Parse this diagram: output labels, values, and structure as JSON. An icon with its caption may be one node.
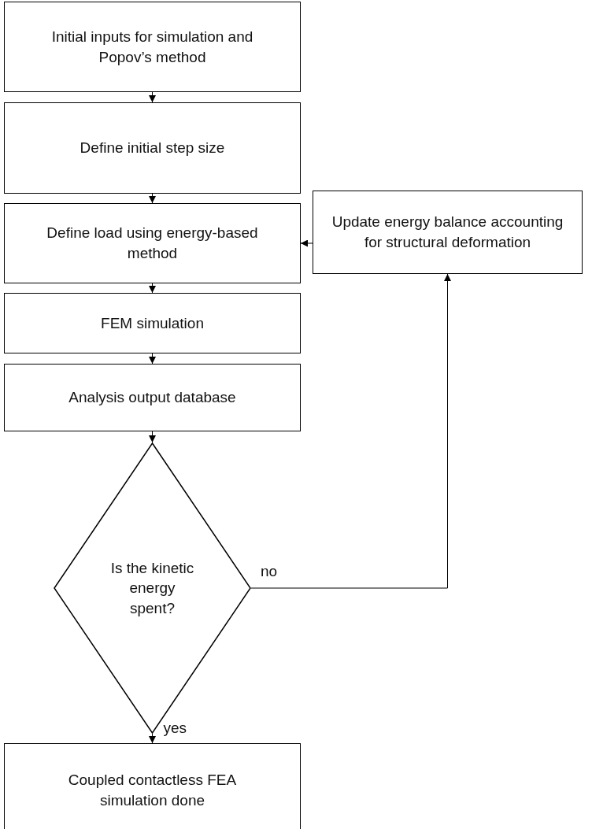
{
  "diagram": {
    "nodes": [
      {
        "text": [
          "Initial inputs for simulation and Popov’s method"
        ]
      },
      {
        "text": [
          "Define initial step size"
        ]
      },
      {
        "text": [
          "Define load using energy-based method"
        ]
      },
      {
        "text": [
          "Update energy balance accounting for structural deformation"
        ]
      },
      {
        "text": [
          "FEM simulation"
        ]
      },
      {
        "text": [
          "Analysis output database"
        ]
      },
      {
        "text": [
          "Is the kinetic energy spent?"
        ]
      },
      {
        "text": [
          "Coupled contactless FEA simulation done"
        ]
      }
    ],
    "edges": [
      {
        "from": 0,
        "to": 1,
        "arrow": "to"
      },
      {
        "from": 1,
        "to": 2,
        "arrow": "to"
      },
      {
        "from": 2,
        "to": 4,
        "arrow": "to"
      },
      {
        "from": 4,
        "to": 5,
        "arrow": "to"
      },
      {
        "from": 5,
        "to": 6,
        "arrow": "to"
      },
      {
        "from": 6,
        "to": 7,
        "arrow": "to",
        "label": "yes"
      },
      {
        "from": 6,
        "to": 3,
        "arrow": "to",
        "label": "no"
      },
      {
        "from": 3,
        "to": 2,
        "arrow": "to"
      }
    ]
  }
}
